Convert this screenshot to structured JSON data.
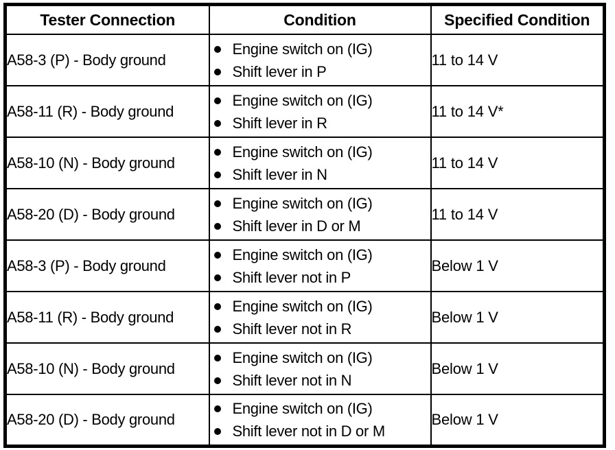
{
  "table": {
    "headers": [
      {
        "label": "Tester Connection"
      },
      {
        "label": "Condition"
      },
      {
        "label": "Specified Condition"
      }
    ],
    "rows": [
      {
        "tester_connection": "A58-3 (P) - Body ground",
        "conditions": [
          "Engine switch on (IG)",
          "Shift lever in P"
        ],
        "specified_condition": "11 to 14 V"
      },
      {
        "tester_connection": "A58-11 (R) - Body ground",
        "conditions": [
          "Engine switch on (IG)",
          "Shift lever in R"
        ],
        "specified_condition": "11 to 14 V*"
      },
      {
        "tester_connection": "A58-10 (N) - Body ground",
        "conditions": [
          "Engine switch on (IG)",
          "Shift lever in N"
        ],
        "specified_condition": "11 to 14 V"
      },
      {
        "tester_connection": "A58-20 (D) - Body ground",
        "conditions": [
          "Engine switch on (IG)",
          "Shift lever in D or M"
        ],
        "specified_condition": "11 to 14 V"
      },
      {
        "tester_connection": "A58-3 (P) - Body ground",
        "conditions": [
          "Engine switch on (IG)",
          "Shift lever not in P"
        ],
        "specified_condition": "Below 1 V"
      },
      {
        "tester_connection": "A58-11 (R) - Body ground",
        "conditions": [
          "Engine switch on (IG)",
          "Shift lever not in R"
        ],
        "specified_condition": "Below 1 V"
      },
      {
        "tester_connection": "A58-10 (N) - Body ground",
        "conditions": [
          "Engine switch on (IG)",
          "Shift lever not in N"
        ],
        "specified_condition": "Below 1 V"
      },
      {
        "tester_connection": "A58-20 (D) - Body ground",
        "conditions": [
          "Engine switch on (IG)",
          "Shift lever not in D or M"
        ],
        "specified_condition": "Below 1 V"
      }
    ]
  },
  "colors": {
    "border": "#000000",
    "text": "#000000",
    "background": "#ffffff"
  }
}
